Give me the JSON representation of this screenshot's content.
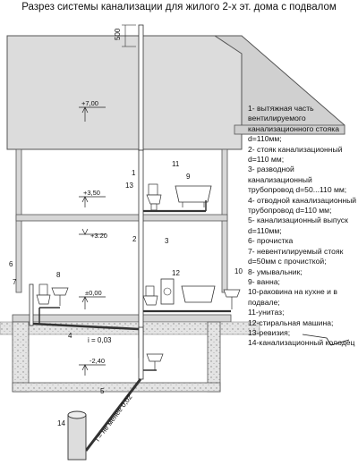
{
  "title": "Разрез системы канализации для  жилого 2-х эт. дома с подвалом",
  "dims": {
    "top_vent": "500"
  },
  "levels": {
    "l700": "+7,00",
    "l350": "+3,50",
    "l320": "+3.20",
    "l000": "±0,00",
    "lm240": "-2,40"
  },
  "slopes": {
    "s1": "i = 0,03",
    "s2": "i = не менее 0,02"
  },
  "numbers": [
    "1",
    "2",
    "3",
    "4",
    "5",
    "6",
    "7",
    "8",
    "9",
    "10",
    "11",
    "12",
    "13",
    "14"
  ],
  "legend": [
    "1- вытяжная часть вентилируемого канализационного стояка d=110мм;",
    "2- стояк канализационный d=110 мм;",
    "3- разводной канализационный трубопровод d=50...110 мм;",
    "4- отводной канализационный трубопровод d=110 мм;",
    "5- канализационный выпуск d=110мм;",
    "6- прочистка",
    "7- невентилируемый стояк d=50мм с прочисткой;",
    "8- умывальник;",
    "9- ванна;",
    "10-раковина на кухне и в подвале;",
    "11-унитаз;",
    "12-стиральная машина;",
    "13-ревизия;",
    "14-канализационный колодец"
  ]
}
